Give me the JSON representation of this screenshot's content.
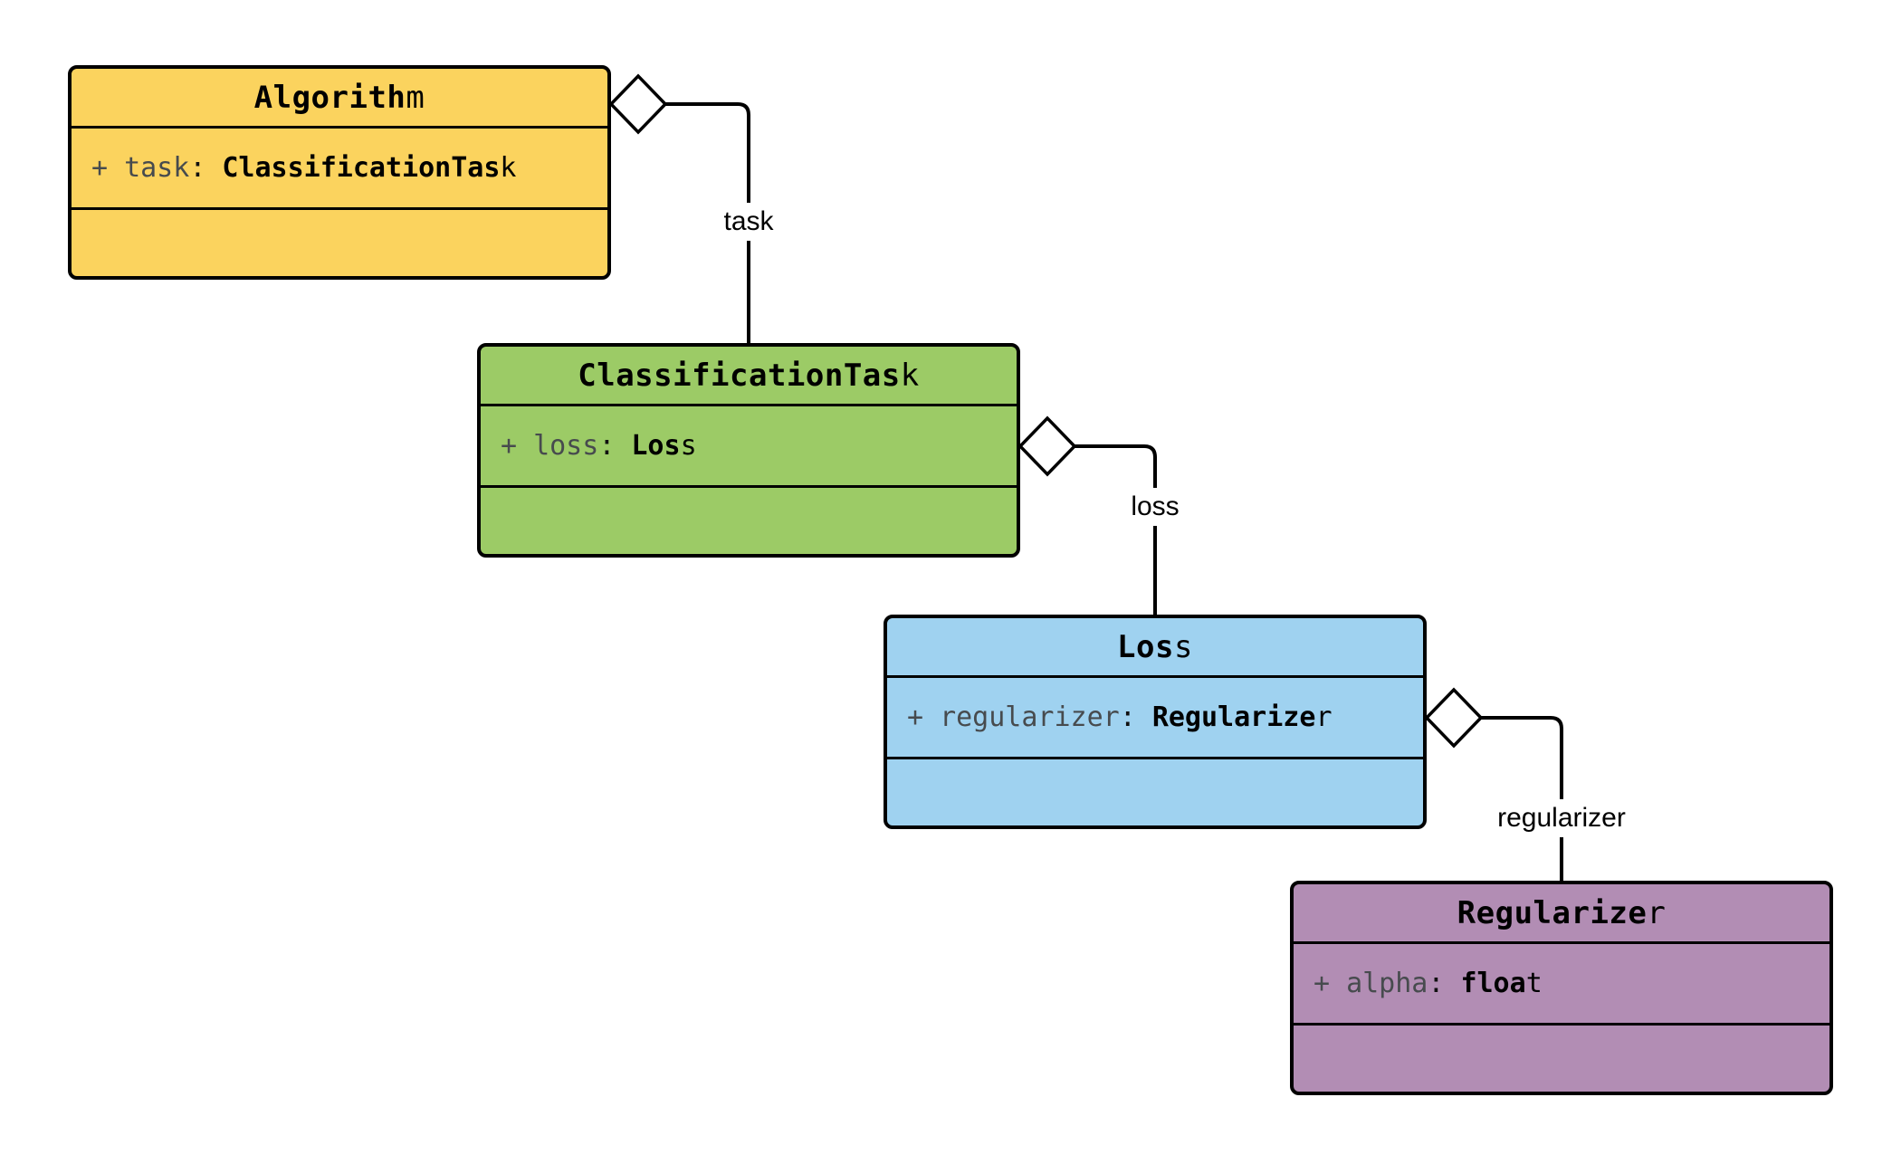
{
  "diagram": {
    "kind": "uml-class-diagram",
    "background": "#FFFFFF",
    "colors": {
      "stroke": "#000000",
      "attribute_name": "#474B4E",
      "attribute_separator": "#101010",
      "attribute_type": "#000000",
      "label": "#000000",
      "diamond_fill": "#FFFFFF"
    },
    "classes": [
      {
        "name": "Algorithm",
        "fill": "#FBD35E",
        "attributes": [
          {
            "visibility": "+",
            "name": "task",
            "separator": ":",
            "type": "ClassificationTask"
          }
        ]
      },
      {
        "name": "ClassificationTask",
        "fill": "#9CCB66",
        "attributes": [
          {
            "visibility": "+",
            "name": "loss",
            "separator": ":",
            "type": "Loss"
          }
        ]
      },
      {
        "name": "Loss",
        "fill": "#9FD2F0",
        "attributes": [
          {
            "visibility": "+",
            "name": "regularizer",
            "separator": ":",
            "type": "Regularizer"
          }
        ]
      },
      {
        "name": "Regularizer",
        "fill": "#B28DB4",
        "attributes": [
          {
            "visibility": "+",
            "name": "alpha",
            "separator": ":",
            "type": "float"
          }
        ]
      }
    ],
    "relations": [
      {
        "from": "Algorithm",
        "to": "ClassificationTask",
        "label": "task",
        "type": "aggregation"
      },
      {
        "from": "ClassificationTask",
        "to": "Loss",
        "label": "loss",
        "type": "aggregation"
      },
      {
        "from": "Loss",
        "to": "Regularizer",
        "label": "regularizer",
        "type": "aggregation"
      }
    ]
  }
}
